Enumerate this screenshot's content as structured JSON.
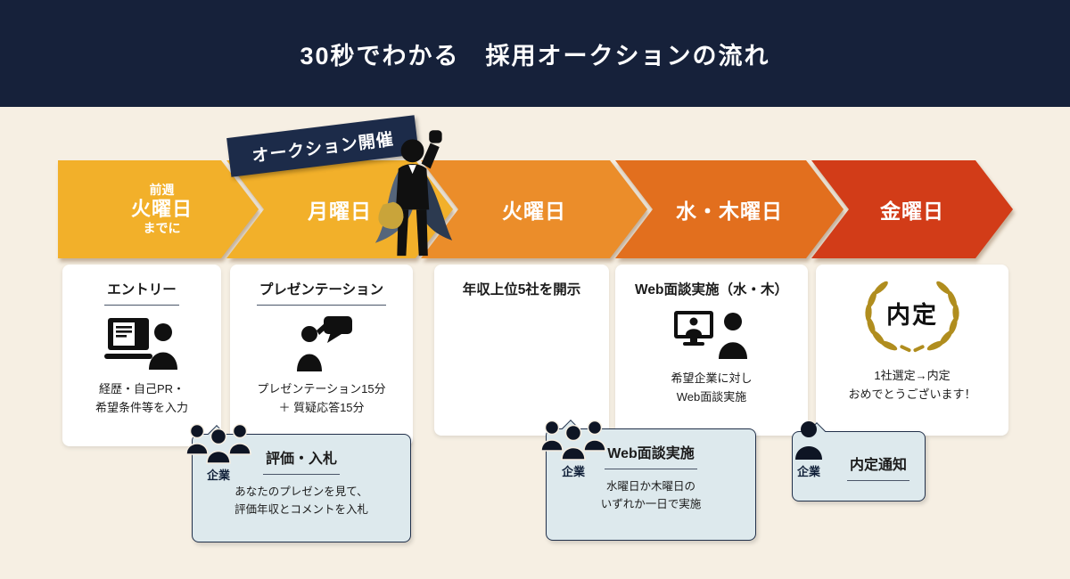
{
  "header": {
    "title": "30秒でわかる　採用オークションの流れ"
  },
  "banner": {
    "label": "オークション開催"
  },
  "timeline": {
    "steps": [
      {
        "pre": "前週",
        "day": "火曜日",
        "post": "までに",
        "color": "#f2b02a"
      },
      {
        "day": "月曜日",
        "color": "#f2b02a"
      },
      {
        "day": "火曜日",
        "color": "#eb8d2a"
      },
      {
        "day": "水・木曜日",
        "color": "#e26f1e"
      },
      {
        "day": "金曜日",
        "color": "#d23c18"
      }
    ]
  },
  "cards": [
    {
      "title": "エントリー",
      "icon": "entry-laptop-icon",
      "lines": [
        "経歴・自己PR・",
        "希望条件等を入力"
      ]
    },
    {
      "title": "プレゼンテーション",
      "icon": "presenter-icon",
      "lines": [
        "プレゼンテーション15分",
        "＋ 質疑応答15分"
      ]
    },
    {
      "title": "年収上位5社を開示"
    },
    {
      "title": "Web面談実施（水・木）",
      "icon": "web-meeting-icon",
      "lines": [
        "希望企業に対し",
        "Web面談実施"
      ]
    },
    {
      "badge": "内定",
      "icon": "laurel-wreath-icon",
      "lines": [
        "1社選定→内定",
        "おめでとうございます！"
      ]
    }
  ],
  "bubbles": [
    {
      "who": "企業",
      "icon": "companies-group-icon",
      "title": "評価・入札",
      "lines": [
        "あなたのプレゼンを見て、",
        "評価年収とコメントを入札"
      ]
    },
    {
      "who": "企業",
      "icon": "companies-group-icon",
      "title": "Web面談実施",
      "lines": [
        "水曜日か木曜日の",
        "いずれか一日で実施"
      ]
    },
    {
      "who": "企業",
      "icon": "company-person-icon",
      "title": "内定通知"
    }
  ],
  "colors": {
    "header_bg": "#16213a",
    "page_bg": "#f6efe3",
    "banner_bg": "#1c2b49",
    "bubble_bg": "#dde9ed",
    "bubble_border": "#21304a",
    "wreath_gold": "#b08d1e"
  }
}
